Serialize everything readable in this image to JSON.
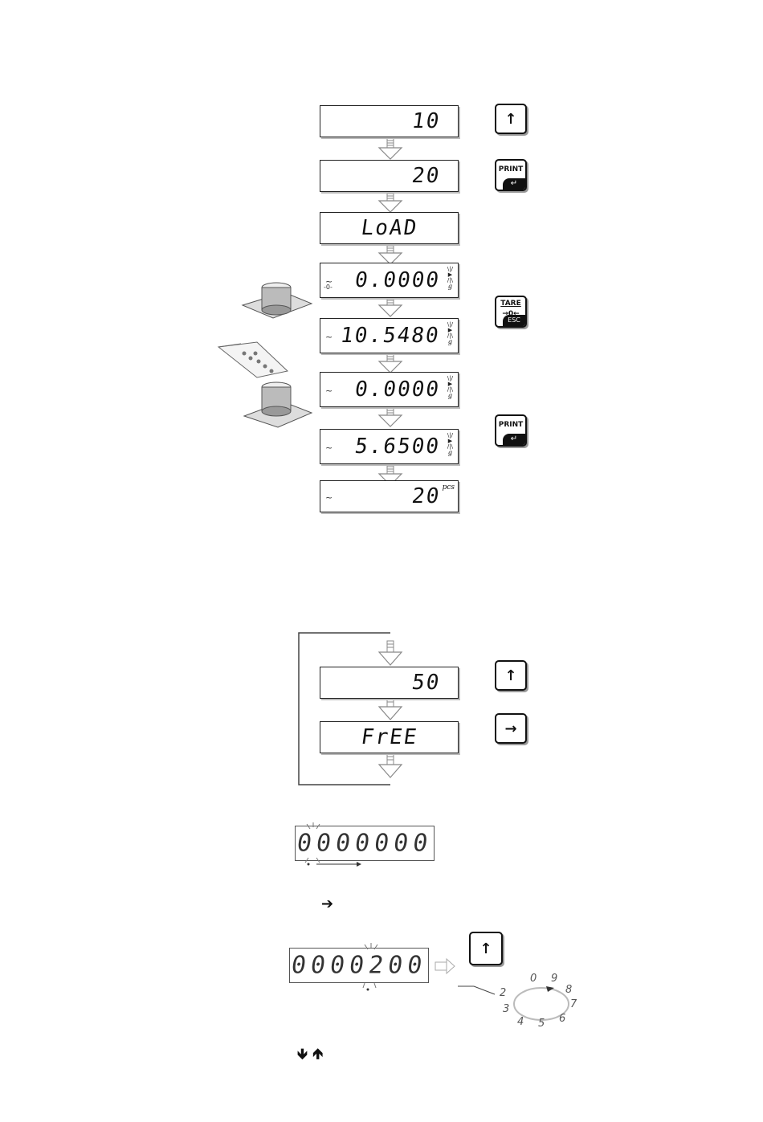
{
  "flow1": {
    "displays": [
      {
        "text": "10",
        "indicators": false,
        "unit": ""
      },
      {
        "text": "20",
        "indicators": false,
        "unit": ""
      },
      {
        "text": "LoAD",
        "indicators": false,
        "unit": "",
        "center": true
      },
      {
        "text": "0.0000",
        "indicators": true,
        "unit": "g",
        "zero": "-0-"
      },
      {
        "text": "10.5480",
        "indicators": true,
        "unit": "g"
      },
      {
        "text": "0.0000",
        "indicators": true,
        "unit": "g"
      },
      {
        "text": "5.6500",
        "indicators": true,
        "unit": "g"
      },
      {
        "text": "20",
        "indicators": false,
        "unit": "pcs"
      }
    ],
    "keys": {
      "up": "↑",
      "print1": "PRINT",
      "tare": "TARE",
      "tare_sub": "→0←",
      "esc": "ESC",
      "print2": "PRINT",
      "enter": "↵"
    }
  },
  "flow2": {
    "displays": [
      "50",
      "FrEE"
    ],
    "keys": {
      "up": "↑",
      "right": "→"
    }
  },
  "digits_entry": {
    "display_initial": "0000000",
    "right_symbol": "➔",
    "display_set": "0000200",
    "up_key": "↑",
    "dial_digits": [
      "0",
      "9",
      "8",
      "7",
      "6",
      "5",
      "4",
      "3",
      "2"
    ],
    "down_up_symbols": "🡻 🡹"
  },
  "colors": {
    "line": "#222222",
    "arrow": "#888888"
  }
}
